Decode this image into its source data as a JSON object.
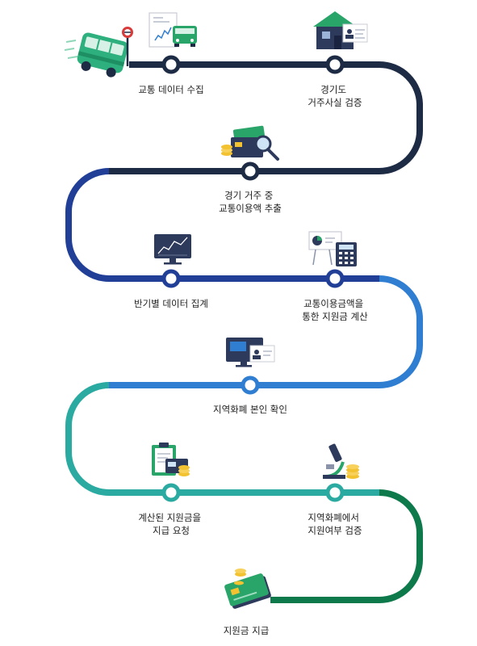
{
  "steps": [
    {
      "id": "s1",
      "lines": [
        "교통 데이터 수집"
      ],
      "icon": "bus-icon"
    },
    {
      "id": "s2",
      "lines": [
        "경기도",
        "거주사실 검증"
      ],
      "icon": "house-with-id-card-icon"
    },
    {
      "id": "s3",
      "lines": [
        "경기 거주 중",
        "교통이용액 추출"
      ],
      "icon": "card-magnifier-icon"
    },
    {
      "id": "s4",
      "lines": [
        "반기별 데이터 집계"
      ],
      "icon": "monitor-chart-icon"
    },
    {
      "id": "s5",
      "lines": [
        "교통이용금액을",
        "통한 지원금 계산"
      ],
      "icon": "board-calculator-icon"
    },
    {
      "id": "s6",
      "lines": [
        "지역화폐 본인 확인"
      ],
      "icon": "monitor-id-card-icon"
    },
    {
      "id": "s7",
      "lines": [
        "계산된 지원금을",
        "지급 요청"
      ],
      "icon": "clipboard-coins-icon"
    },
    {
      "id": "s8",
      "lines": [
        "지역화폐에서",
        "지원여부 검증"
      ],
      "icon": "microscope-coins-icon"
    },
    {
      "id": "s9",
      "lines": [
        "지원금 지급"
      ],
      "icon": "card-coins-icon"
    }
  ],
  "colors": {
    "navy": "#1e2b45",
    "blue": "#223f98",
    "sky": "#2f7ed1",
    "teal": "#2aaaa0",
    "green": "#0e7a4c"
  }
}
